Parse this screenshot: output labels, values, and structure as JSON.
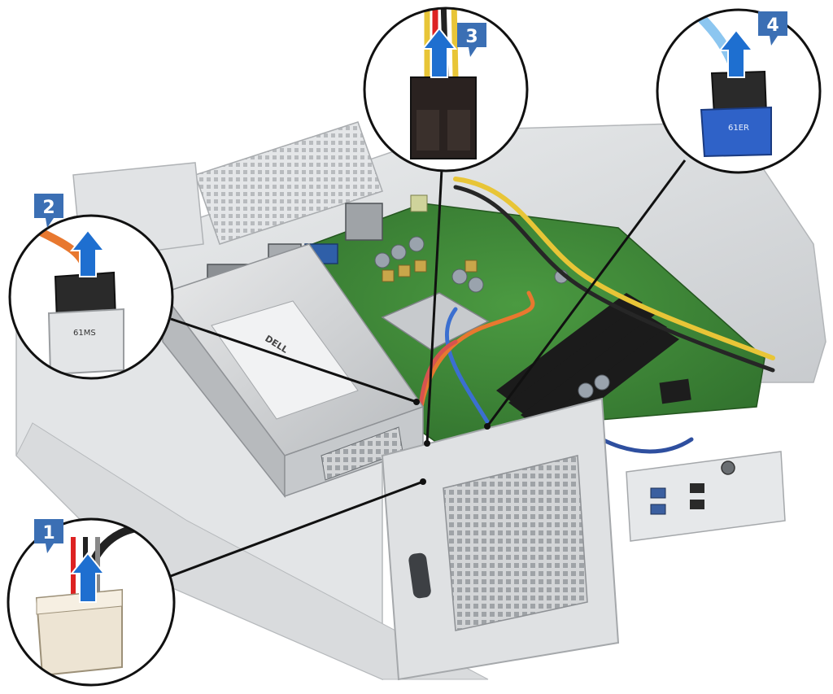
{
  "diagram": {
    "steps": [
      {
        "number": "1",
        "label_on_part": ""
      },
      {
        "number": "2",
        "label_on_part": "61MS"
      },
      {
        "number": "3",
        "label_on_part": ""
      },
      {
        "number": "4",
        "label_on_part": "61ER"
      }
    ],
    "chassis_brand": "DELL",
    "colors": {
      "badge": "#3b6fb4",
      "arrow": "#1e6fd0",
      "callout_line": "#111111",
      "board": "#3f8a3a",
      "chassis": "#d7d9db"
    }
  }
}
